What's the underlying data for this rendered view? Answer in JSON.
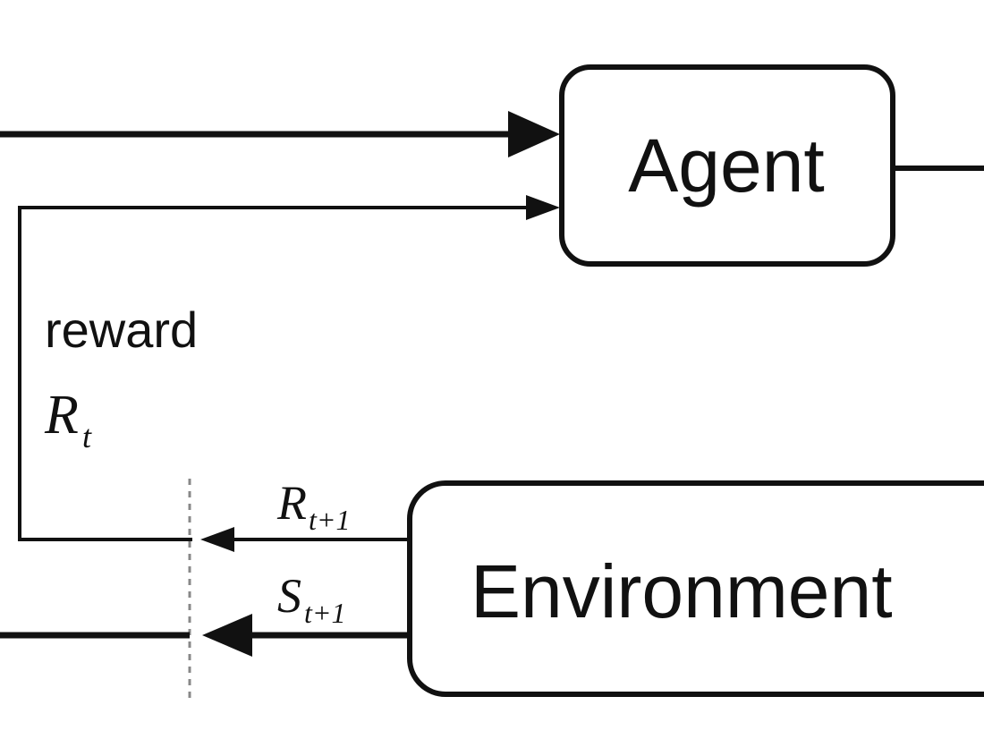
{
  "diagram": {
    "agent": {
      "label": "Agent"
    },
    "environment": {
      "label": "Environment"
    },
    "reward_label": {
      "word": "reward",
      "symbol": "R",
      "subscript": "t"
    },
    "next_reward": {
      "symbol": "R",
      "subscript": "t+1"
    },
    "next_state": {
      "symbol": "S",
      "subscript": "t+1"
    },
    "colors": {
      "stroke": "#111111",
      "background": "#ffffff",
      "separator": "#888888"
    }
  }
}
